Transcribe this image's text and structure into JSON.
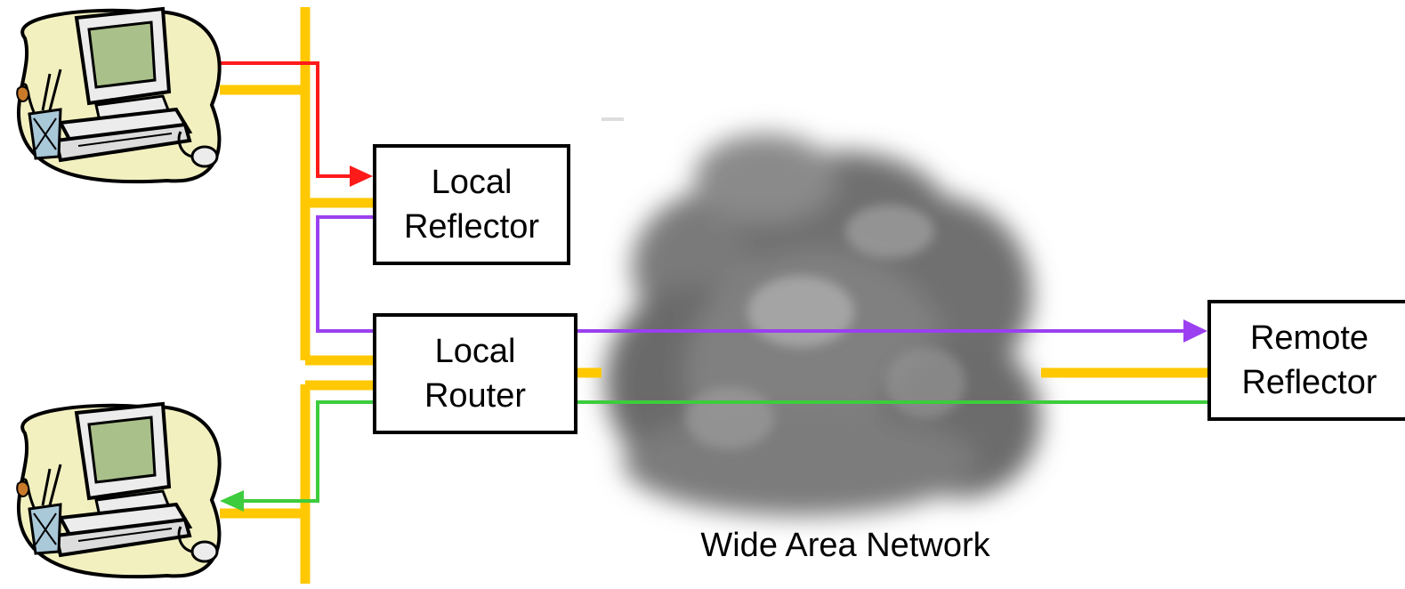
{
  "nodes": {
    "local_reflector": {
      "line1": "Local",
      "line2": "Reflector"
    },
    "local_router": {
      "line1": "Local",
      "line2": "Router"
    },
    "remote_reflector": {
      "line1": "Remote",
      "line2": "Reflector"
    }
  },
  "cloud_label": "Wide Area Network",
  "colors": {
    "bus": "#ffc800",
    "red_path": "#ff1a1a",
    "purple_path": "#9b40f0",
    "green_path": "#3dcc3d",
    "cloud": "#7a7a7a",
    "monitor_screen": "#a9c08a",
    "computer_body": "#ececec",
    "blob": "#f3f0c0"
  },
  "icons": [
    "computer-icon",
    "computer-icon"
  ]
}
